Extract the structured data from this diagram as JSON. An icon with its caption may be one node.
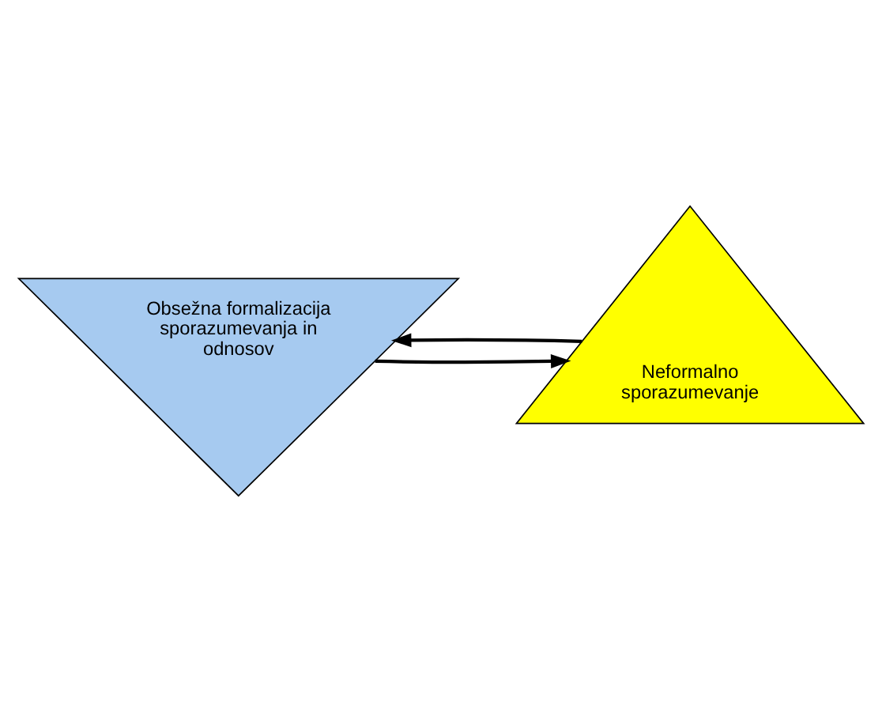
{
  "diagram": {
    "nodes": [
      {
        "text": [
          "Obsežna formalizacija sporazumevanja in odnosov"
        ]
      },
      {
        "text": [
          "Neformalno sporazumevanje"
        ]
      }
    ],
    "edges": [
      {
        "from": 1,
        "to": 0,
        "arrow": "to"
      },
      {
        "from": 0,
        "to": 1,
        "arrow": "to"
      }
    ]
  }
}
